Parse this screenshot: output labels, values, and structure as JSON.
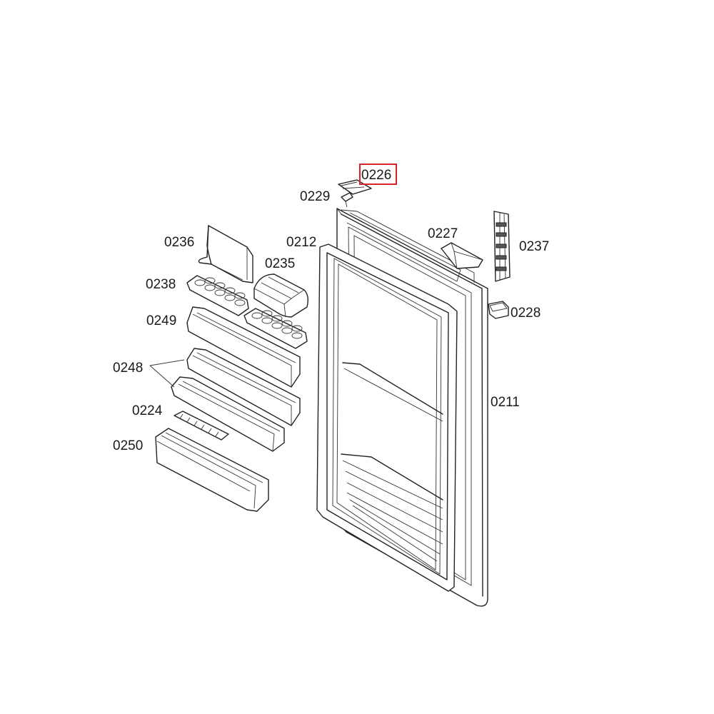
{
  "diagram": {
    "highlight_color": "#d9232a",
    "line_color": "#222222",
    "labels": {
      "p0226": "0226",
      "p0229": "0229",
      "p0212": "0212",
      "p0227": "0227",
      "p0237": "0237",
      "p0236": "0236",
      "p0235": "0235",
      "p0238": "0238",
      "p0228": "0228",
      "p0249": "0249",
      "p0248": "0248",
      "p0224": "0224",
      "p0211": "0211",
      "p0250": "0250"
    }
  }
}
